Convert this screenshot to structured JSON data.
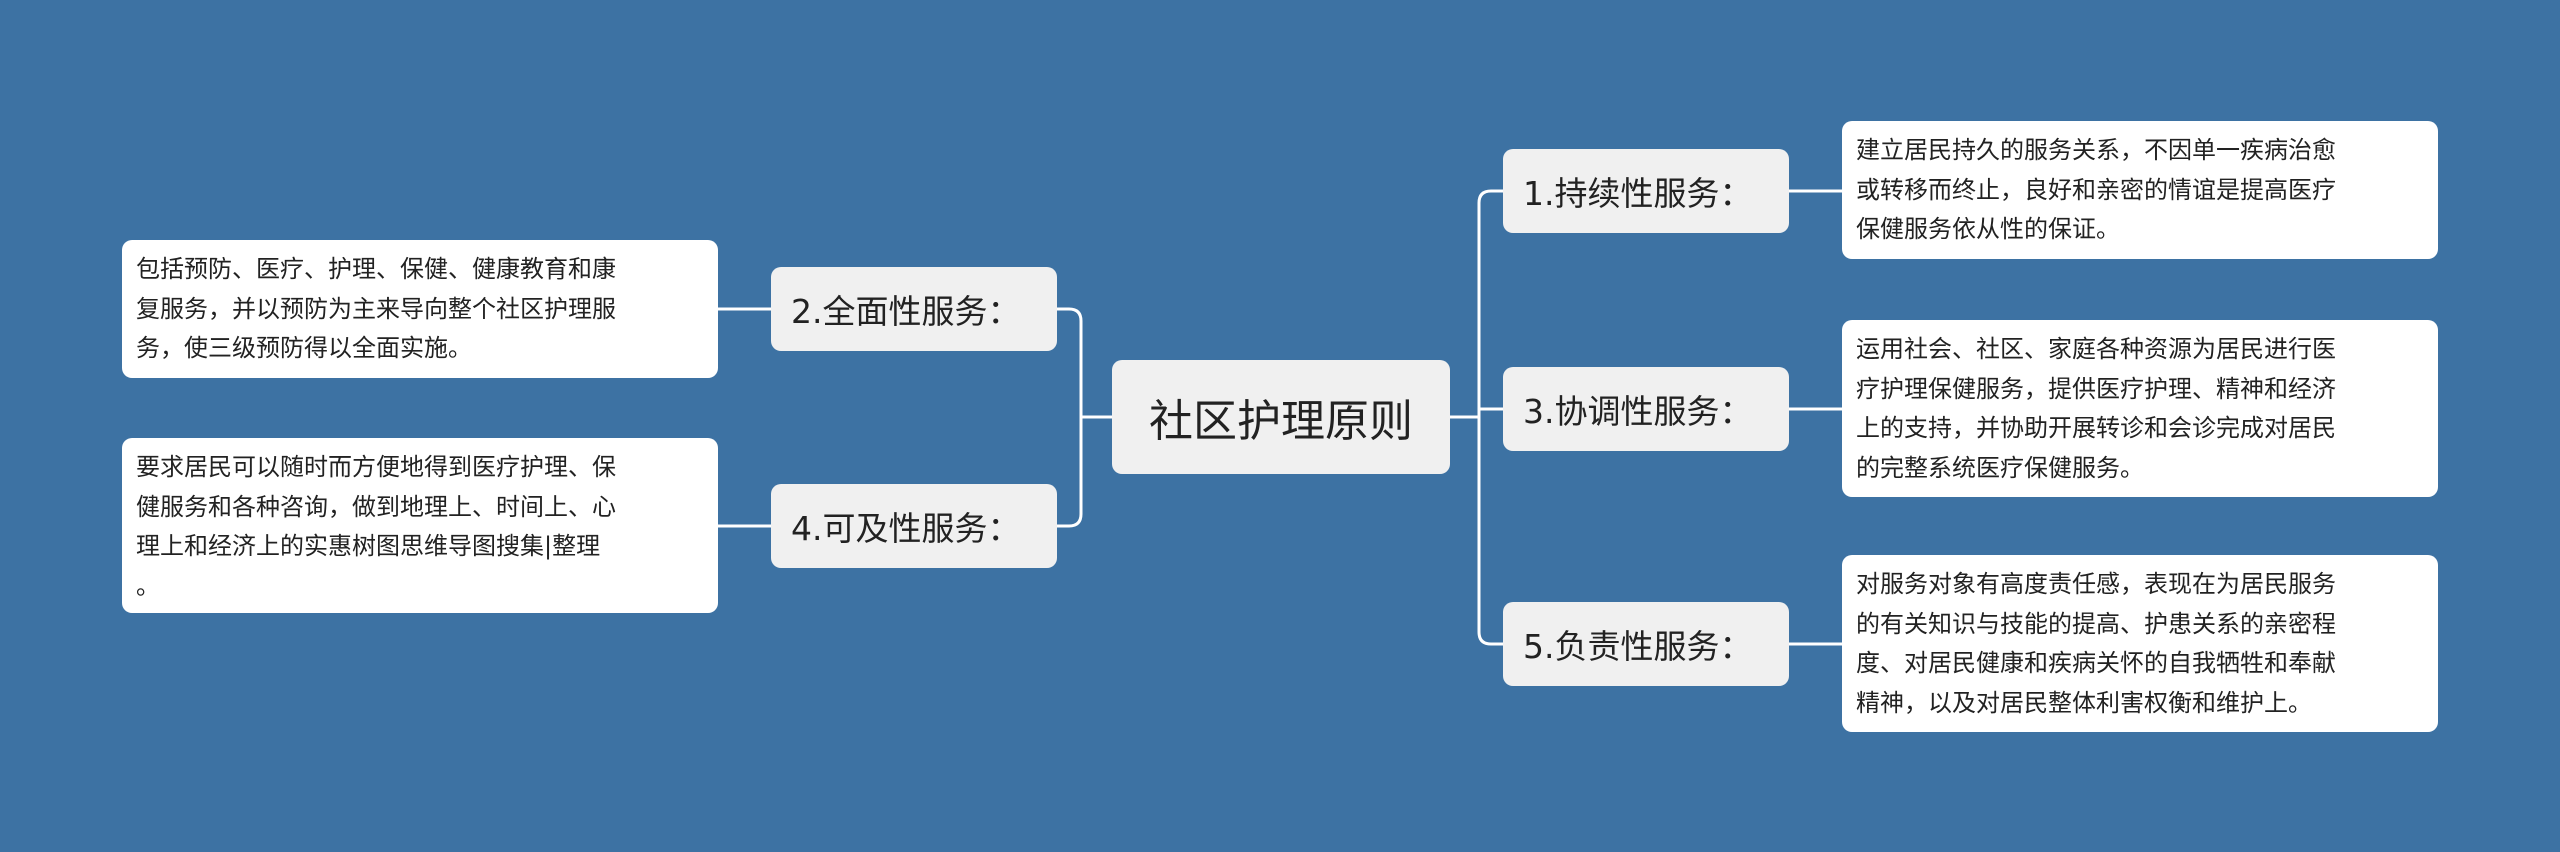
{
  "diagram": {
    "background": "#3d72a3",
    "line_color": "#ffffff",
    "root": {
      "label": "社区护理原则"
    },
    "branches": {
      "b1": {
        "label": "1.持续性服务：",
        "detail": "建立居民持久的服务关系，不因单一疾病治愈\n或转移而终止，良好和亲密的情谊是提高医疗\n保健服务依从性的保证。"
      },
      "b2": {
        "label": "2.全面性服务：",
        "detail": "包括预防、医疗、护理、保健、健康教育和康\n复服务，并以预防为主来导向整个社区护理服\n务，使三级预防得以全面实施。"
      },
      "b3": {
        "label": "3.协调性服务：",
        "detail": "运用社会、社区、家庭各种资源为居民进行医\n疗护理保健服务，提供医疗护理、精神和经济\n上的支持，并协助开展转诊和会诊完成对居民\n的完整系统医疗保健服务。"
      },
      "b4": {
        "label": "4.可及性服务：",
        "detail": "要求居民可以随时而方便地得到医疗护理、保\n健服务和各种咨询，做到地理上、时间上、心\n理上和经济上的实惠树图思维导图搜集|整理\n。"
      },
      "b5": {
        "label": "5.负责性服务：",
        "detail": "对服务对象有高度责任感，表现在为居民服务\n的有关知识与技能的提高、护患关系的亲密程\n度、对居民健康和疾病关怀的自我牺牲和奉献\n精神，以及对居民整体利害权衡和维护上。"
      }
    }
  }
}
